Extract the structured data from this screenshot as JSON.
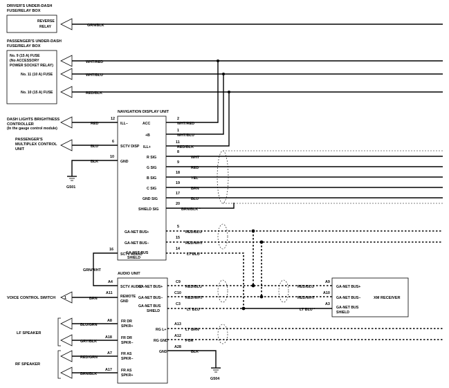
{
  "fuse_boxes": {
    "driver_title_1": "DRIVER'S UNDER-DASH",
    "driver_title_2": "FUSE/RELAY BOX",
    "reverse_relay_1": "REVERSE",
    "reverse_relay_2": "RELAY",
    "passenger_title_1": "PASSENGER'S UNDER-DASH",
    "passenger_title_2": "FUSE/RELAY BOX",
    "fuse9_1": "No. 9 (15 A) FUSE",
    "fuse9_2": "(No ACCESSORY",
    "fuse9_3": "POWER SOCKET RELAY)",
    "fuse11": "No. 11 (10 A) FUSE",
    "fuse10": "No. 10 (15 A) FUSE"
  },
  "wires": {
    "grn_blk": "GRN/BLK",
    "wht_red": "WHT/RED",
    "wht_blu": "WHT/BLU",
    "red_blk": "RED/BLK",
    "red": "RED",
    "blu": "BLU",
    "blk": "BLK",
    "wht": "WHT",
    "yel": "YEL",
    "brn": "BRN",
    "brn_blk_star": "BRN/BLK *",
    "brn_blk": "BRN/BLK",
    "red_blu": "RED/BLU",
    "red_wht": "RED/WHT",
    "lt_blu_star": "LT BLU *",
    "grn_wht": "GRN/WHT",
    "lt_grn": "LT GRN",
    "pur": "PUR",
    "blu_grn": "BLU/GRN",
    "gry_blk": "GRY/BLK",
    "red_grn": "RED/GRN"
  },
  "left": {
    "dash_lights_1": "DASH LIGHTS BRIGHTNESS",
    "dash_lights_2": "CONTROLLER",
    "dash_lights_3": "(In the gauge control module)",
    "multiplex_1": "PASSENGER'S",
    "multiplex_2": "MULTIPLEX CONTROL",
    "multiplex_3": "UNIT",
    "voice_control": "VOICE CONTROL SWITCH",
    "voice_pin": "1",
    "lf_speaker": "LF SPEAKER",
    "rf_speaker": "RF SPEAKER"
  },
  "grounds": {
    "g501": "G501",
    "g504": "G504"
  },
  "nav_unit": {
    "title": "NAVIGATION DISPLAY UNIT",
    "ill_minus": "ILL−",
    "sctv_disp": "SCTV DISP",
    "gnd": "GND",
    "acc": "ACC",
    "plus_b": "+B",
    "ill_plus": "ILL+",
    "r_sig": "R SIG",
    "g_sig": "G SIG",
    "b_sig": "B SIG",
    "c_sig": "C SIG",
    "gnd_sig": "GND SIG",
    "shield_sig": "SHIELD SIG",
    "ga_net_plus": "GA-NET BUS+",
    "ga_net_minus": "GA-NET BUS−",
    "ga_net_shield_1": "GA-NET BUS",
    "ga_net_shield_2": "SHIELD",
    "sctv_audio": "SCTV AUDIO",
    "pins": {
      "p12": "12",
      "p6": "6",
      "p10": "10",
      "p2": "2",
      "p1": "1",
      "p11": "11",
      "p8": "8",
      "p9": "9",
      "p18": "18",
      "p19": "19",
      "p17": "17",
      "p20": "20",
      "p5": "5",
      "p15": "15",
      "p14": "14",
      "p16": "16"
    }
  },
  "audio_unit": {
    "title": "AUDIO UNIT",
    "sctv_audio": "SCTV AUDIO",
    "remote_gnd_1": "REMOTE",
    "remote_gnd_2": "GND",
    "ga_net_plus": "GA-NET BUS+",
    "ga_net_minus": "GA-NET BUS−",
    "ga_net_shield_1": "GA-NET BUS",
    "ga_net_shield_2": "SHIELD",
    "rg_l_plus": "RG L+",
    "rg_gnd": "RG GND",
    "gnd": "GND",
    "fr_dr_1": "FR DR",
    "fr_dr_plus": "SPKR+",
    "fr_dr_minus": "SPKR−",
    "fr_as_1": "FR AS",
    "fr_as_minus": "SPKR−",
    "fr_as_plus": "SPKR+",
    "pins": {
      "a4": "A4",
      "a11": "A11",
      "c9": "C9",
      "c10": "C10",
      "c3": "C3",
      "a13": "A13",
      "a12": "A12",
      "a28": "A28",
      "a8": "A8",
      "a18": "A18",
      "a7": "A7",
      "a17": "A17"
    }
  },
  "xm_receiver": {
    "title": "XM RECEIVER",
    "ga_net_plus": "GA-NET BUS+",
    "ga_net_minus": "GA-NET BUS−",
    "ga_net_shield_1": "GA-NET BUS",
    "ga_net_shield_2": "SHIELD",
    "pins": {
      "a9": "A9",
      "a10": "A10",
      "a3": "A3"
    }
  }
}
